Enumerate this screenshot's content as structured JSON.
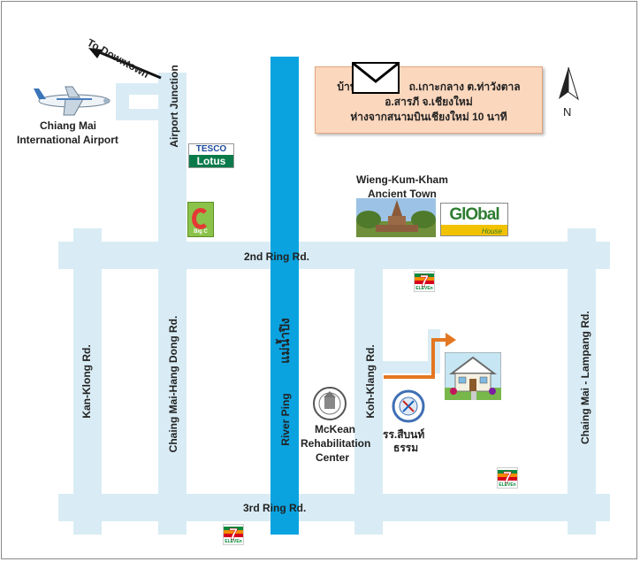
{
  "colors": {
    "road": "#d9ecf5",
    "river": "#0aa3e0",
    "note_bg": "#fbd7bd",
    "route_arrow": "#e37722",
    "compass": "#222222"
  },
  "labels": {
    "to_downtown": "To Downtown",
    "airport": "Chiang Mai\nInternational Airport",
    "airport_line1": "Chiang Mai",
    "airport_line2": "International Airport",
    "airport_junction": "Airport Junction",
    "ring2": "2nd Ring Rd.",
    "ring3": "3rd Ring Rd.",
    "kan_klong": "Kan-Klong Rd.",
    "hang_dong": "Chaing Mai-Hang Dong Rd.",
    "river_en": "River Ping",
    "river_th": "แม่น้ำปิง",
    "koh_klang": "Koh-Klang Rd.",
    "lampang": "Chaing Mai  -  Lampang Rd.",
    "wieng_line1": "Wieng-Kum-Kham",
    "wieng_line2": "Ancient Town",
    "mckean_line1": "McKean",
    "mckean_line2": "Rehabilitation",
    "mckean_line3": "Center",
    "school_line1": "รร.สืบนท์",
    "school_line2": "ธรรม",
    "compass_n": "N"
  },
  "note": {
    "line1_prefix": "บ้าน",
    "line1_suffix": "ถ.เกาะกลาง ต.ท่าวังตาล",
    "line2": "อ.สารภี จ.เชียงใหม่",
    "line3": "ห่างจากสนามบินเชียงใหม่  10 นาที"
  },
  "logos": {
    "tesco": "TESCO",
    "lotus": "Lotus",
    "bigc": "Big C",
    "global": "GlObal",
    "global_sub": "House",
    "seven_eleven_num": "7",
    "seven_eleven_text": "ELEVEn"
  }
}
